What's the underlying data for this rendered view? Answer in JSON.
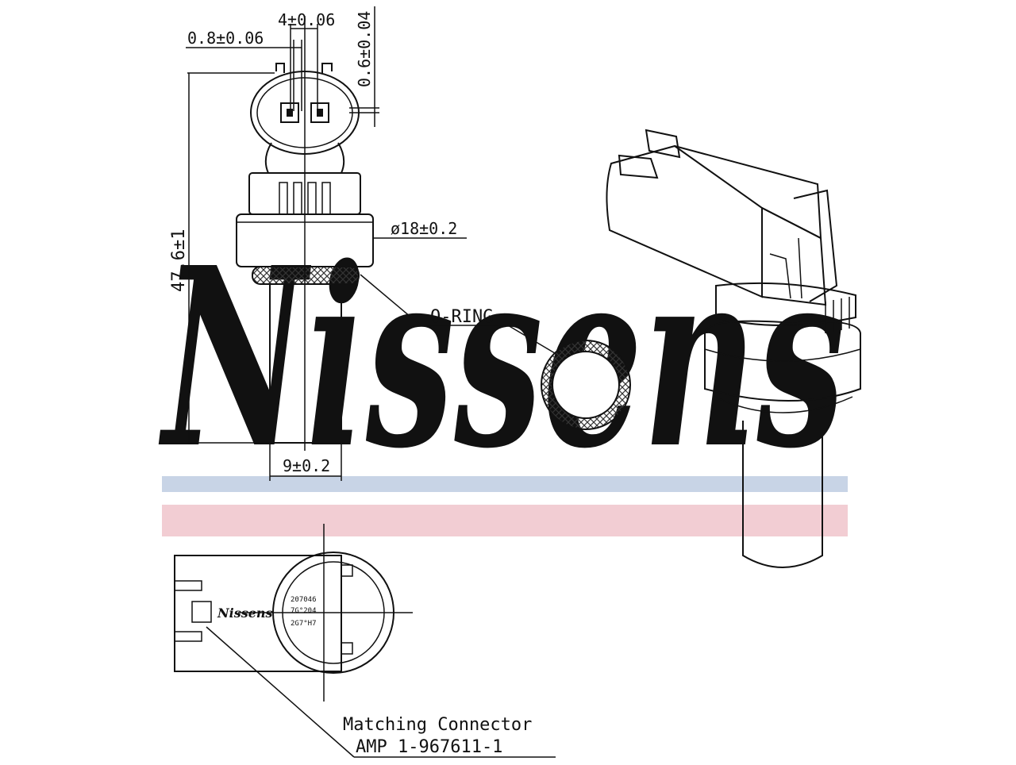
{
  "watermark": {
    "text": "Nissens",
    "color": "#c9d3e2",
    "band_blue": "#c8d4e6",
    "band_red": "#f2cdd3"
  },
  "dimensions": {
    "pin_pitch": "4±0.06",
    "pin_width": "0.8±0.06",
    "pin_thickness": "0.6±0.04",
    "length": "47.6±1",
    "hex_diameter": "ø18±0.2",
    "probe_diameter": "9±0.2"
  },
  "labels": {
    "oring": "O-RING",
    "connector_line1": "Matching Connector",
    "connector_line2": "AMP 1-967611-1"
  },
  "connector_markings": {
    "brand": "Nissens",
    "code1": "207046",
    "code2": "7G°204",
    "code3": "2G7°H7"
  },
  "colors": {
    "line": "#111111",
    "hatch": "#333333"
  }
}
